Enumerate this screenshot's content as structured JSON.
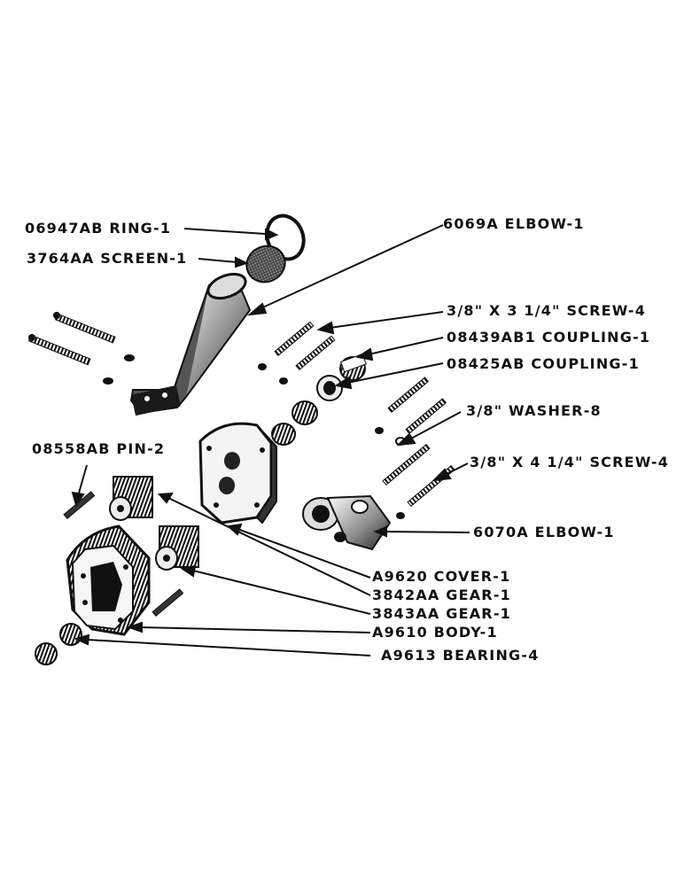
{
  "colors": {
    "ink": "#111111",
    "paper": "#ffffff",
    "shade": "#5a5a5a"
  },
  "callouts": [
    {
      "id": "ring",
      "part": "06947AB",
      "name": "RING",
      "qty": "1",
      "text": "06947AB RING-1"
    },
    {
      "id": "screen",
      "part": "3764AA",
      "name": "SCREEN",
      "qty": "1",
      "text": "3764AA SCREEN-1"
    },
    {
      "id": "elbow-upper",
      "part": "6069A",
      "name": "ELBOW",
      "qty": "1",
      "text": "6069A ELBOW-1"
    },
    {
      "id": "screen-3-25",
      "part": "3/8\" X 3 1/4\"",
      "name": "SCREW",
      "qty": "4",
      "text": "3/8\" X 3 1/4\" SCREW-4"
    },
    {
      "id": "coupling-1",
      "part": "08439AB1",
      "name": "COUPLING",
      "qty": "1",
      "text": "08439AB1 COUPLING-1"
    },
    {
      "id": "coupling-2",
      "part": "08425AB",
      "name": "COUPLING",
      "qty": "1",
      "text": "08425AB COUPLING-1"
    },
    {
      "id": "washer",
      "part": "3/8\"",
      "name": "WASHER",
      "qty": "8",
      "text": "3/8\" WASHER-8"
    },
    {
      "id": "pin",
      "part": "08558AB",
      "name": "PIN",
      "qty": "2",
      "text": "08558AB PIN-2"
    },
    {
      "id": "screw-4-25",
      "part": "3/8\" X 4 1/4\"",
      "name": "SCREW",
      "qty": "4",
      "text": "3/8\" X 4 1/4\" SCREW-4"
    },
    {
      "id": "elbow-lower",
      "part": "6070A",
      "name": "ELBOW",
      "qty": "1",
      "text": "6070A ELBOW-1"
    },
    {
      "id": "cover",
      "part": "A9620",
      "name": "COVER",
      "qty": "1",
      "text": "A9620 COVER-1"
    },
    {
      "id": "gear-1",
      "part": "3842AA",
      "name": "GEAR",
      "qty": "1",
      "text": "3842AA GEAR-1"
    },
    {
      "id": "gear-2",
      "part": "3843AA",
      "name": "GEAR",
      "qty": "1",
      "text": "3843AA GEAR-1"
    },
    {
      "id": "body",
      "part": "A9610",
      "name": "BODY",
      "qty": "1",
      "text": "A9610 BODY-1"
    },
    {
      "id": "bearing",
      "part": "A9613",
      "name": "BEARING",
      "qty": "4",
      "text": "A9613 BEARING-4"
    }
  ]
}
